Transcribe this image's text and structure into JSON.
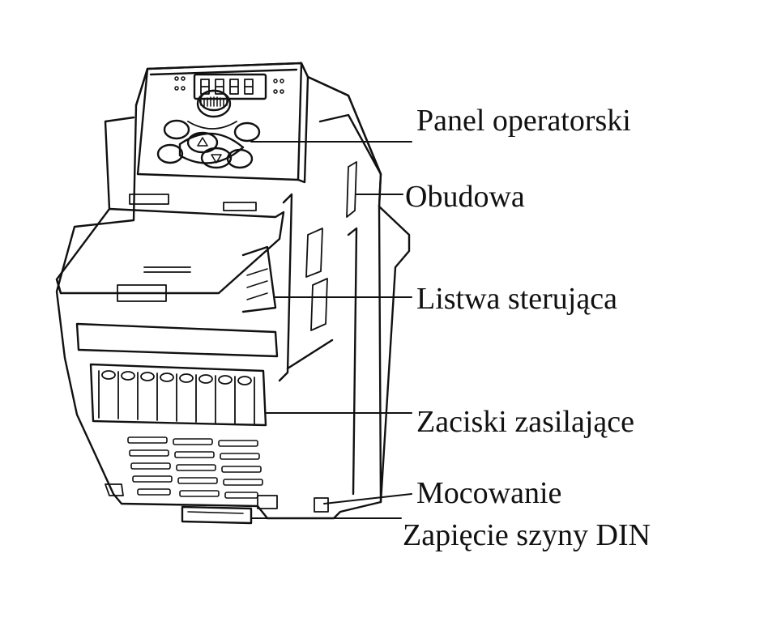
{
  "labels": {
    "panel": "Panel operatorski",
    "obudowa": "Obudowa",
    "listwa": "Listwa sterująca",
    "zaciski": "Zaciski zasilające",
    "mocowanie": "Mocowanie",
    "zapiecie": "Zapięcie szyny DIN"
  },
  "colors": {
    "line": "#111111",
    "background": "#ffffff"
  }
}
